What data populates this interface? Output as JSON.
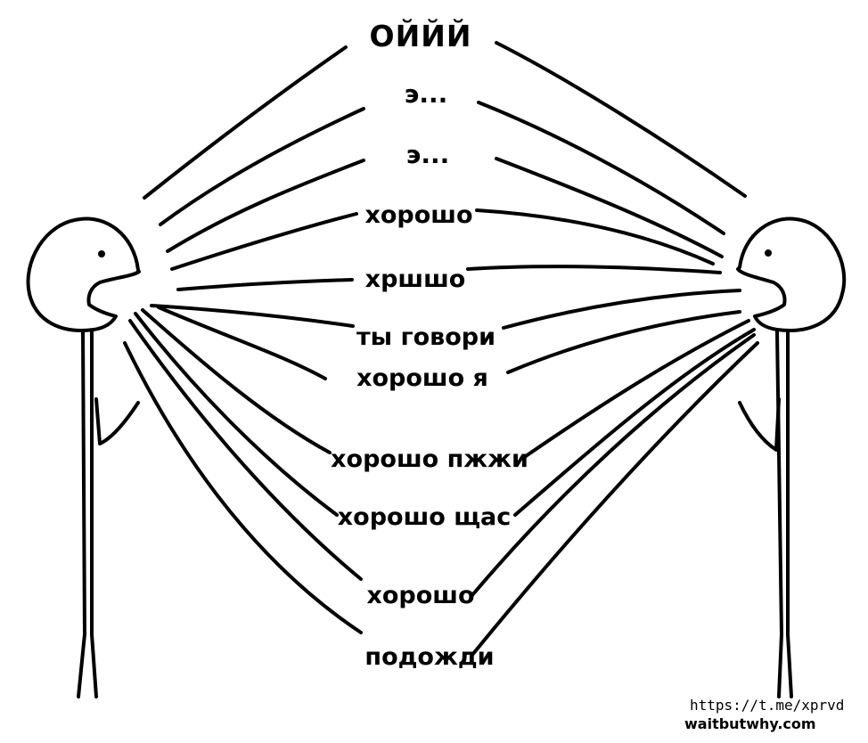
{
  "phrases": [
    "ОЙЙЙ",
    "э...",
    "э...",
    "хорошо",
    "хршшо",
    "ты говори",
    "хорошо я",
    "хорошо пжжи",
    "хорошо щас",
    "хорошо",
    "подожди"
  ],
  "credits": {
    "channel": "https://t.me/xprvd",
    "site": "waitbutwhy.com"
  }
}
